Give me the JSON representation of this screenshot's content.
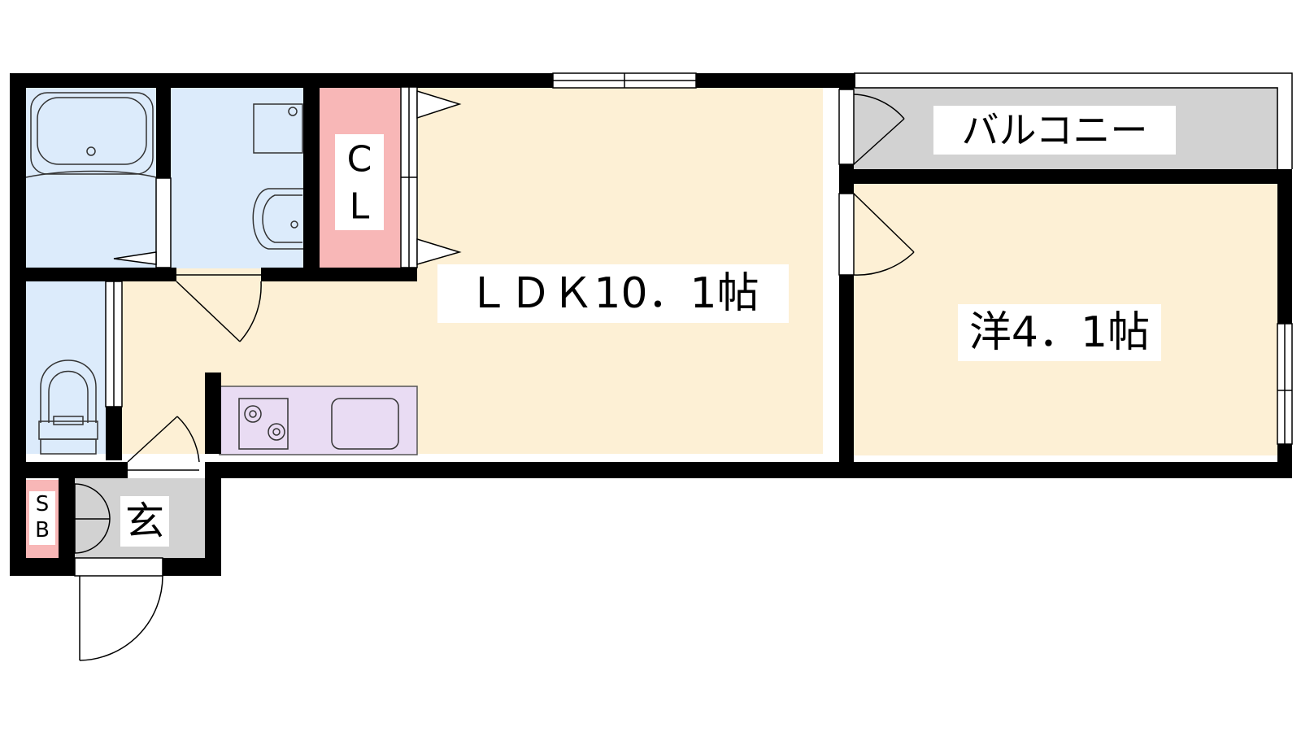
{
  "rooms": {
    "ldk": "ＬＤＫ10．1帖",
    "western": "洋4．1帖",
    "balcony": "バルコニー",
    "entrance": "玄",
    "closet": [
      "C",
      "L"
    ],
    "shoe_box": [
      "S",
      "B"
    ]
  },
  "colors": {
    "wall": "#000000",
    "living": "#fdf0d5",
    "wet_area": "#dcebfb",
    "closet": "#f8b7b7",
    "kitchen": "#e9dcf3",
    "balcony": "#d2d2d2",
    "entrance": "#d2d2d2"
  }
}
